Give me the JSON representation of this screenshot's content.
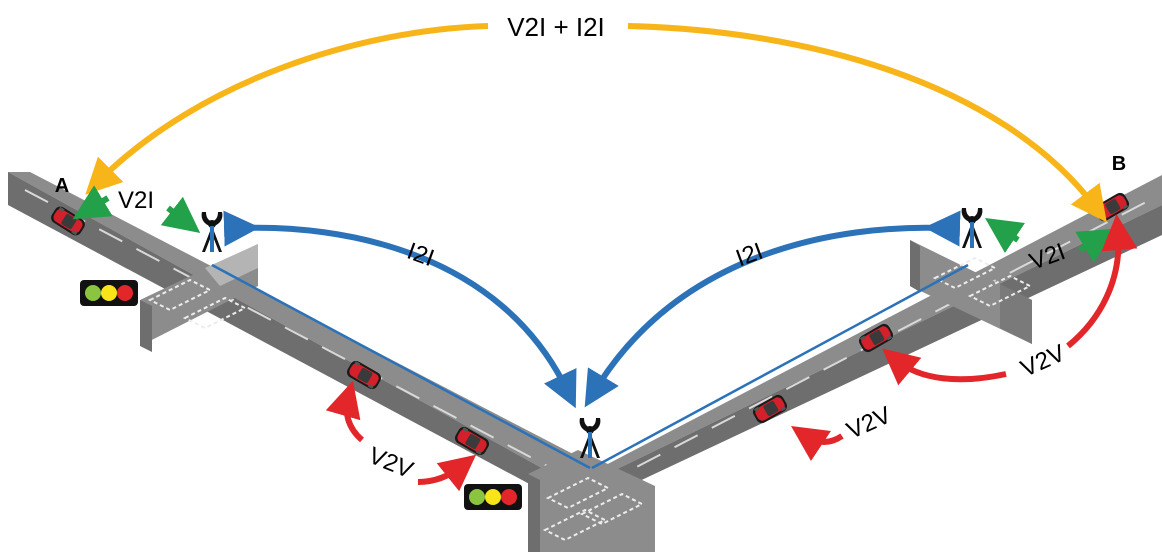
{
  "nodes": {
    "a": "A",
    "b": "B"
  },
  "links": {
    "top": "V2I + I2I",
    "i2i_left": "I2I",
    "i2i_right": "I2I",
    "v2i_left": "V2I",
    "v2i_right": "V2I",
    "v2v_left": "V2V",
    "v2v_right_mid": "V2V",
    "v2v_right_top": "V2V"
  },
  "colors": {
    "v2i_i2i": "#F7B51A",
    "i2i": "#2C72B8",
    "v2i": "#22A04A",
    "v2v": "#E3262A",
    "road": "#8C8C8C",
    "road_light": "#B4B4B4",
    "car": "#D3202A"
  },
  "icons": {
    "tower": "antenna-tower-icon",
    "car": "car-icon",
    "traffic_light": "traffic-light-icon"
  }
}
